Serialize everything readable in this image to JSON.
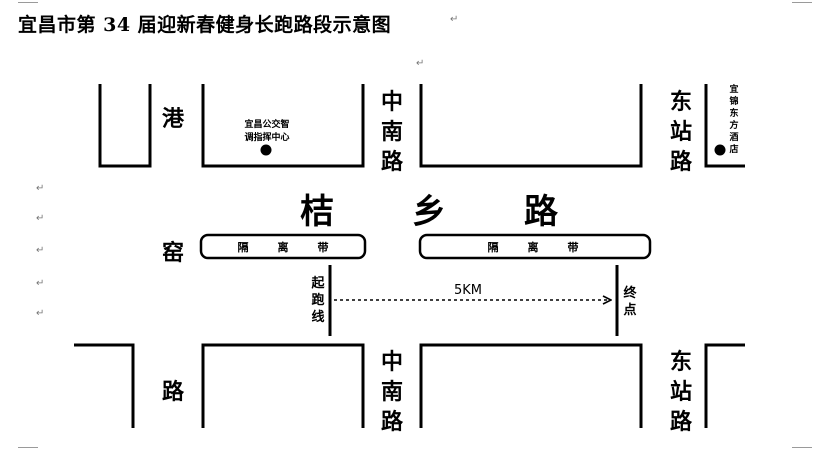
{
  "title": "宜昌市第 34 届迎新春健身长跑路段示意图",
  "streets": {
    "main_road": [
      "桔",
      "乡",
      "路"
    ],
    "left_road_top": "港",
    "left_road_mid": "窑",
    "left_road_bottom": "路",
    "center_road_top": "中\n南\n路",
    "center_road_bottom": "中\n南\n路",
    "right_road_top": "东\n站\n路",
    "right_road_bottom": "东\n站\n路"
  },
  "medians": {
    "left": [
      "隔",
      "离",
      "带"
    ],
    "right": [
      "隔",
      "离",
      "带"
    ]
  },
  "pois": {
    "bus_center": "宜昌公交智\n调指挥中心",
    "hotel": "宜\n锦\n东\n方\n酒\n店"
  },
  "route": {
    "start_label": "起\n跑\n线",
    "finish_label": "终\n点",
    "distance_label": "5KM"
  },
  "editor_marks": {
    "paragraph_mark": "↵"
  }
}
